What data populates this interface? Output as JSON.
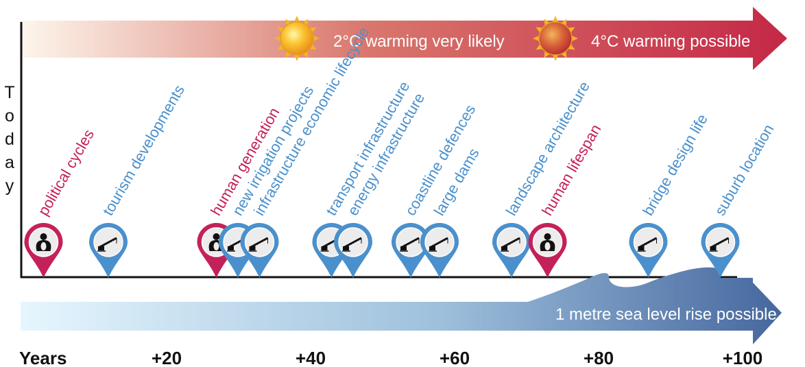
{
  "axis_title": "Today",
  "years_label": "Years",
  "x_ticks": [
    "+20",
    "+40",
    "+60",
    "+80",
    "+100"
  ],
  "warming": {
    "low": "2°C warming very likely",
    "high": "4°C warming possible",
    "colors": {
      "start": "#fdf6ec",
      "end": "#c42846"
    }
  },
  "sea_level": {
    "text": "1 metre sea level rise possible",
    "colors": {
      "start": "#e6f6fe",
      "end": "#46679e"
    }
  },
  "colors": {
    "human": "#c4215a",
    "infrastructure": "#4a90cc"
  },
  "markers": [
    {
      "label": "political cycles",
      "kind": "human",
      "years": 3
    },
    {
      "label": "tourism developments",
      "kind": "infrastructure",
      "years": 12
    },
    {
      "label": "human generation",
      "kind": "human",
      "years": 27
    },
    {
      "label": "new irrigation projects",
      "kind": "infrastructure",
      "years": 30
    },
    {
      "label": "infrastructure economic lifecycle",
      "kind": "infrastructure",
      "years": 33
    },
    {
      "label": "transport infrastructure",
      "kind": "infrastructure",
      "years": 43
    },
    {
      "label": "energy infrastructure",
      "kind": "infrastructure",
      "years": 46
    },
    {
      "label": "coastline defences",
      "kind": "infrastructure",
      "years": 54
    },
    {
      "label": "large dams",
      "kind": "infrastructure",
      "years": 58
    },
    {
      "label": "landscape architecture",
      "kind": "infrastructure",
      "years": 68
    },
    {
      "label": "human lifespan",
      "kind": "human",
      "years": 73
    },
    {
      "label": "bridge design life",
      "kind": "infrastructure",
      "years": 87
    },
    {
      "label": "suburb location",
      "kind": "infrastructure",
      "years": 97
    }
  ]
}
